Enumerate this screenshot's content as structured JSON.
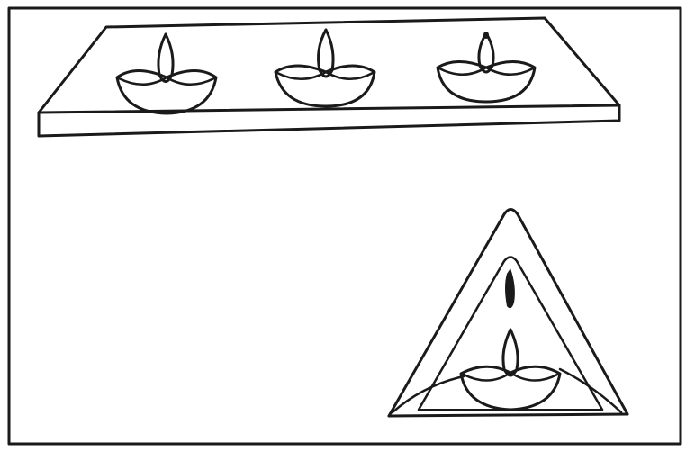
{
  "figure": {
    "background": "#ffffff",
    "ink_color": "#1a1a1a",
    "objects": [
      {
        "kind": "shelf-with-lamps",
        "lamp_count": 3
      },
      {
        "kind": "triangular-niche-with-lamp",
        "lamp_count": 1
      }
    ]
  }
}
